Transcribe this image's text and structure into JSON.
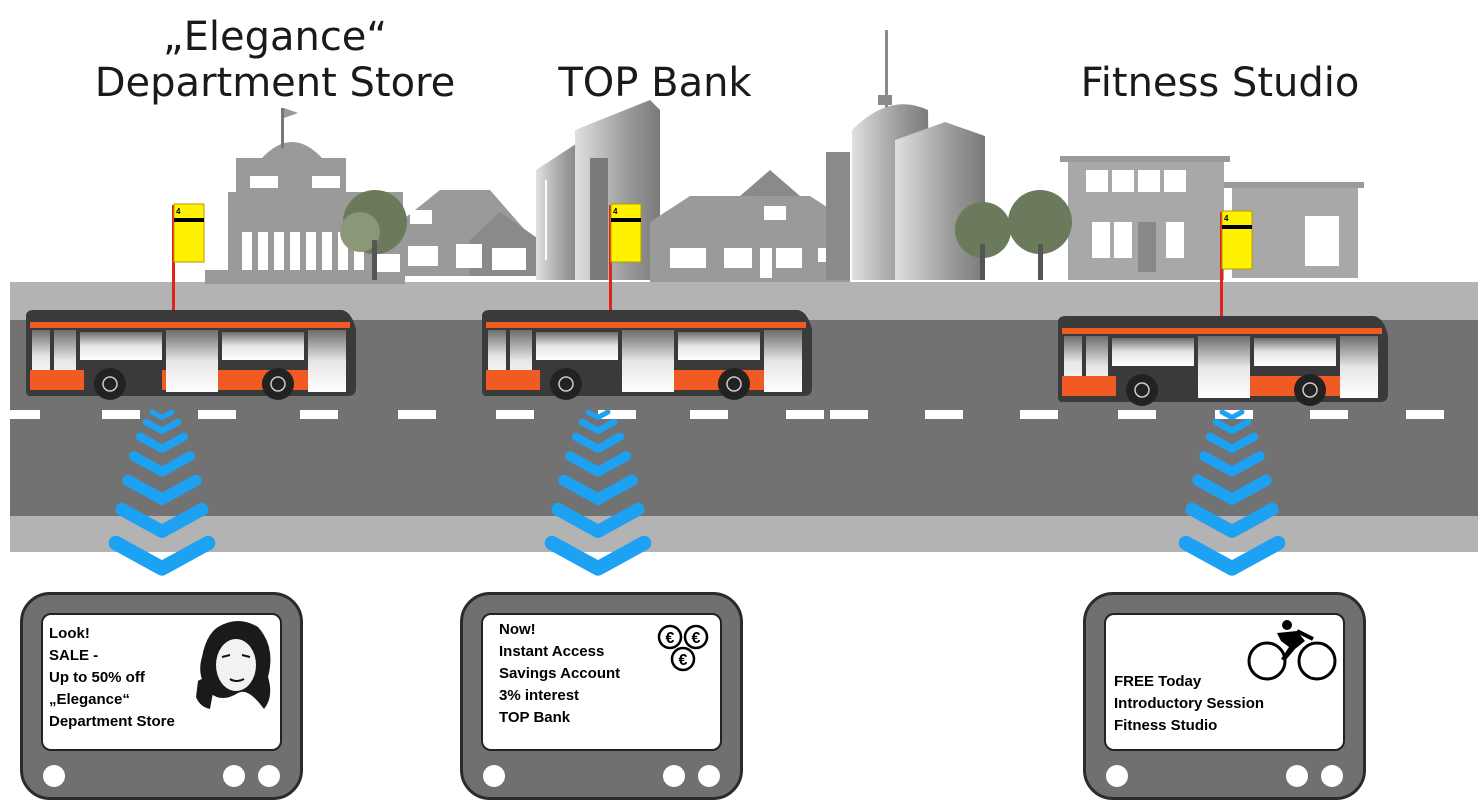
{
  "stops": [
    {
      "name_lines": [
        "„Elegance“",
        "Department Store"
      ],
      "sign_label": "4",
      "screen_lines": [
        "Look!",
        "SALE -",
        "Up to 50% off",
        "„Elegance“",
        "Department Store"
      ],
      "icon": "woman-on-phone-icon"
    },
    {
      "name_lines": [
        "TOP Bank"
      ],
      "sign_label": "4",
      "screen_lines": [
        "Now!",
        "Instant Access",
        "Savings Account",
        "3% interest",
        "TOP Bank"
      ],
      "icon": "euro-coins-icon",
      "coin_symbol": "€"
    },
    {
      "name_lines": [
        "Fitness Studio"
      ],
      "sign_label": "4",
      "screen_lines": [
        "FREE Today",
        "Introductory Session",
        "Fitness Studio"
      ],
      "icon": "cyclist-icon"
    }
  ],
  "colors": {
    "bus_orange": "#f15a22",
    "sign_yellow": "#fff200",
    "pole_red": "#e2231a",
    "arrow_blue": "#1da1f2",
    "road": "#727272",
    "sidewalk": "#b3b3b3",
    "building": "#9a9a9a"
  }
}
